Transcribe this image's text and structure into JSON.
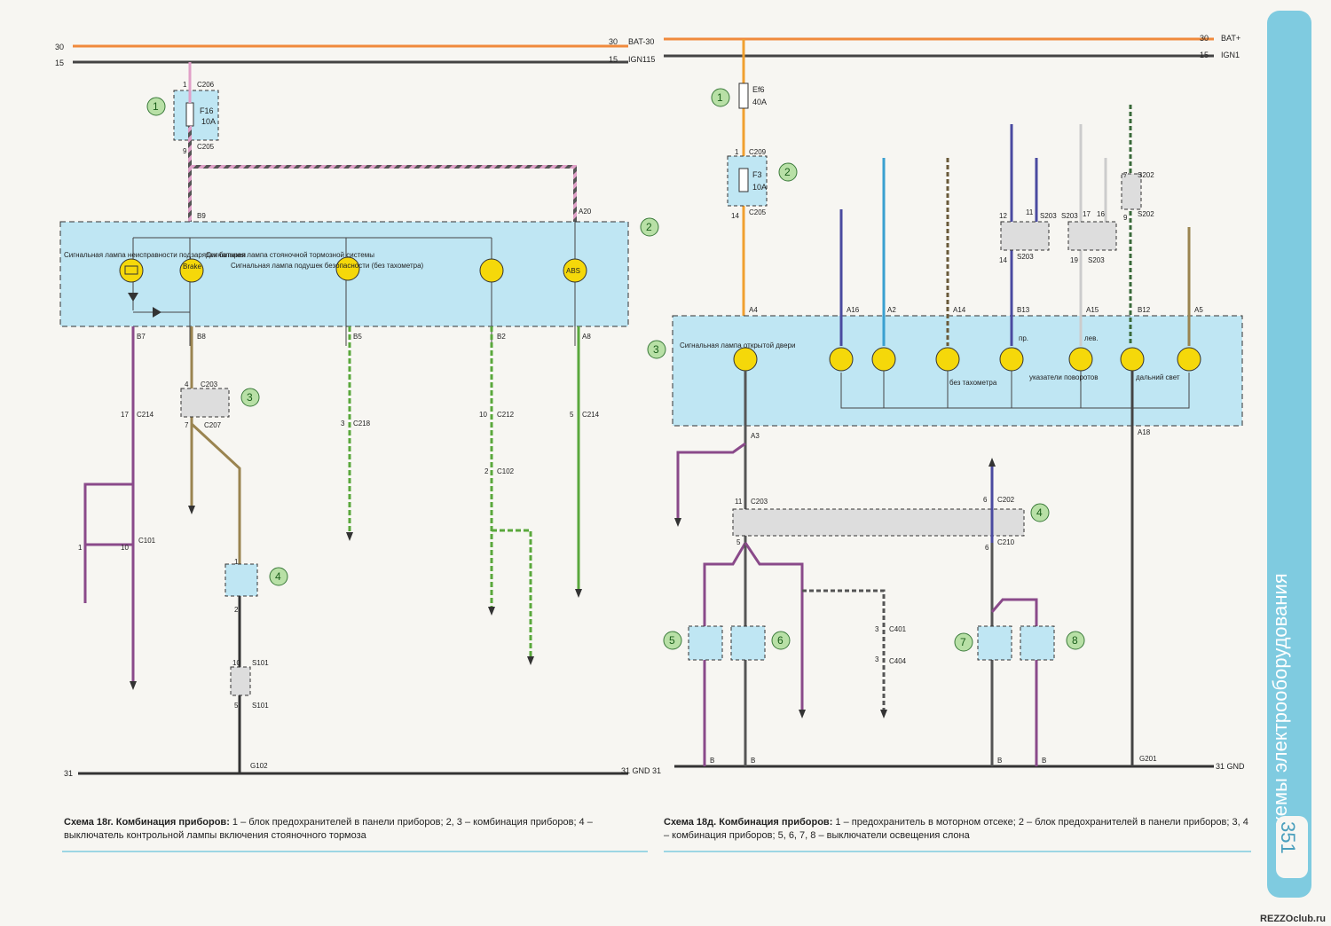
{
  "buses": {
    "b30_left_num": "30",
    "b15_left_num": "15",
    "b30_mid": "30",
    "b30_mid_label": "BAT-30",
    "b15_mid": "15",
    "b15_mid_label": "IGN115",
    "b30_right": "30",
    "b30_right_label": "BAT+",
    "b15_right": "15",
    "b15_right_label": "IGN1",
    "gnd_left": "31",
    "gnd_mid": "31 GND 31",
    "gnd_right": "31 GND"
  },
  "left": {
    "fuse_name": "F16",
    "fuse_rating": "10A",
    "c206": "C206",
    "c205": "C205",
    "pin1": "1",
    "pin9": "9",
    "b9": "B9",
    "a20": "A20",
    "lamp1_desc": "Сигнальная лампа неисправности подзарядки батареи",
    "lamp2_desc": "Сигнальная лампа стояночной тормозной системы",
    "lamp3_desc": "Сигнальная лампа подушек безопасности (без тахометра)",
    "brake_text": "Brake",
    "abs_text": "ABS",
    "b7": "B7",
    "b8": "B8",
    "b5": "B5",
    "b2": "B2",
    "a8": "A8",
    "c203": "C203",
    "c207": "C207",
    "c214a": "C214",
    "c218": "C218",
    "c212": "C212",
    "c214b": "C214",
    "c102": "C102",
    "c101": "C101",
    "s101a": "S101",
    "s101b": "S101",
    "g102": "G102",
    "p17": "17",
    "p4": "4",
    "p7": "7",
    "p3": "3",
    "p10a": "10",
    "p5": "5",
    "p2a": "2",
    "p1": "1",
    "p10b": "10",
    "p1b": "1",
    "p2b": "2",
    "p10c": "10",
    "p5b": "5",
    "callouts": [
      "1",
      "2",
      "3",
      "4"
    ]
  },
  "right": {
    "fuse_a_name": "Ef6",
    "fuse_a_rating": "40A",
    "fuse_b_name": "F3",
    "fuse_b_rating": "10A",
    "c209": "C209",
    "c205": "C205",
    "p1": "1",
    "p14": "14",
    "a4": "A4",
    "a16": "A16",
    "a2": "A2",
    "a14": "A14",
    "b13": "B13",
    "a15": "A15",
    "b12": "B12",
    "a5": "A5",
    "a3": "A3",
    "a18": "A18",
    "s203a": "S203",
    "s203b": "S203",
    "s203c": "S203",
    "s203d": "S203",
    "s202a": "S202",
    "s202b": "S202",
    "p12": "12",
    "p11": "11",
    "p14b": "14",
    "p17": "17",
    "p16": "16",
    "p19": "19",
    "p7": "7",
    "p9": "9",
    "door_desc": "Сигнальная лампа открытой двери",
    "pr": "пр.",
    "lev": "лев.",
    "no_tach": "без тахометра",
    "turn_signals": "указатели поворотов",
    "high_beam": "дальний свет",
    "c203": "C203",
    "c202": "C202",
    "c210": "C210",
    "c401": "C401",
    "c404": "C404",
    "p11b": "11",
    "p5": "5",
    "p6a": "6",
    "p6b": "6",
    "p3a": "3",
    "p3b": "3",
    "g201": "G201",
    "b_labels": [
      "B",
      "B",
      "B",
      "B"
    ],
    "callouts": [
      "1",
      "2",
      "3",
      "4",
      "5",
      "6",
      "7",
      "8"
    ]
  },
  "captions": {
    "left_title": "Схема 18г. Комбинация приборов:",
    "left_text": " 1 – блок предохранителей в панели приборов; 2, 3 – комбинация приборов; 4 – выключатель контрольной лампы включения стояночного тормоза",
    "right_title": "Схема 18д. Комбинация приборов:",
    "right_text": " 1 – предохранитель в моторном отсеке; 2 – блок предохранителей в панели приборов; 3, 4 – комбинация приборов; 5, 6, 7, 8 – выключатели освещения слона"
  },
  "sidebar": {
    "title": "схемы электрооборудования",
    "page": "351"
  },
  "watermark": "REZZOclub.ru",
  "colors": {
    "bat_wire": "#f08a3c",
    "ign_wire": "#444444",
    "panel_fill": "#bfe6f3",
    "lamp_fill": "#f5d80a",
    "callout_fill": "#b8e0a6",
    "purple": "#8a4a8a",
    "brown": "#9a8450",
    "green": "#5aa83c",
    "blue": "#3b5fb0",
    "cyan": "#3aa0d0"
  }
}
